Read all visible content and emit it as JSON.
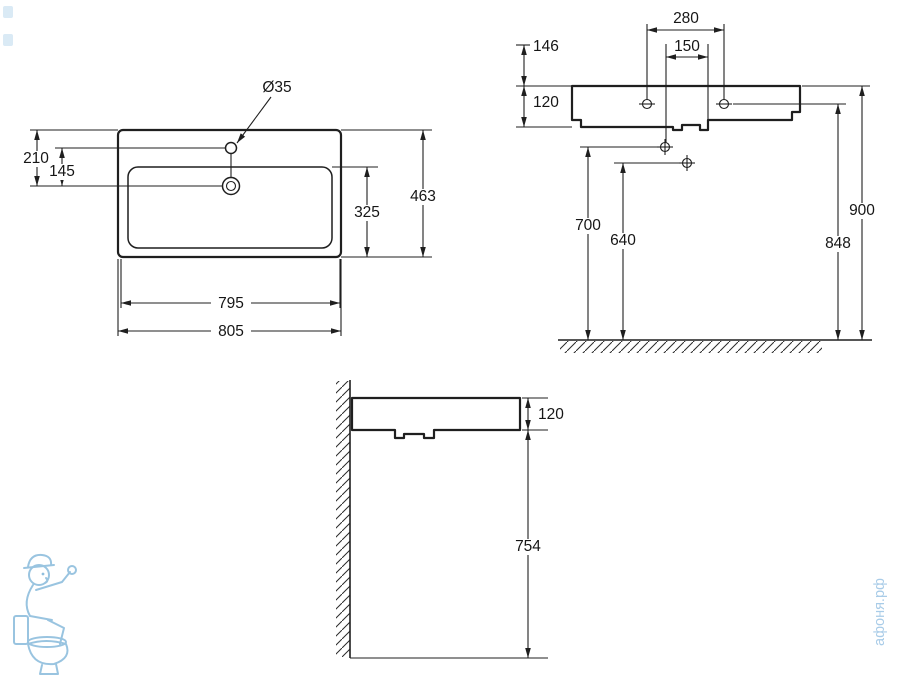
{
  "colors": {
    "line": "#1f1f1f",
    "watermark": "#8fbedd"
  },
  "top_view": {
    "labels": {
      "diameter": "Ø35",
      "top_to_drain": "210",
      "faucet_to_drain": "145",
      "overall_depth": "463",
      "basin_depth": "325",
      "inner_width": "795",
      "overall_width": "805"
    }
  },
  "front_view": {
    "labels": {
      "hole_spacing_outer": "280",
      "hole_spacing_inner": "150",
      "top_offset": "146",
      "apron_height": "120",
      "fixing_height_upper": "700",
      "fixing_height_lower": "640",
      "rim_height": "900",
      "hole_line_height": "848"
    }
  },
  "side_view": {
    "labels": {
      "apron_height": "120",
      "clearance_height": "754"
    }
  },
  "watermark": {
    "site": "афоня.рф"
  }
}
